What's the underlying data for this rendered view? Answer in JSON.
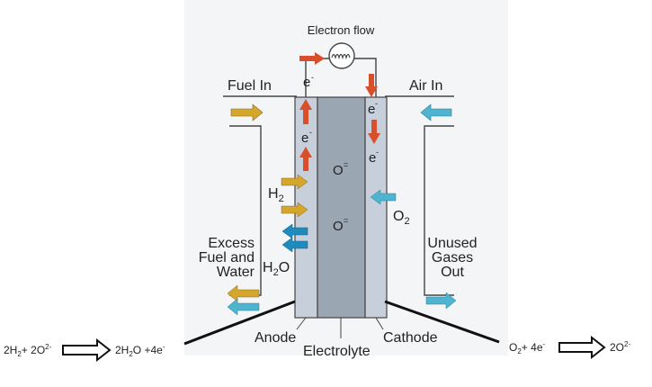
{
  "diagram": {
    "electron_flow": "Electron flow",
    "fuel_in": "Fuel In",
    "air_in": "Air In",
    "excess": [
      "Excess",
      "Fuel and",
      "Water"
    ],
    "unused": [
      "Unused",
      "Gases",
      "Out"
    ],
    "anode": "Anode",
    "electrolyte": "Electrolyte",
    "cathode": "Cathode",
    "electron": "e",
    "electron_charge": "-",
    "oxide": "O",
    "oxide_charge": "=",
    "h2": {
      "base": "H",
      "sub": "2"
    },
    "h2o": {
      "base": "H",
      "sub": "2",
      "tail": "O"
    },
    "o2": {
      "base": "O",
      "sub": "2"
    },
    "anode_equation": {
      "lhs_1": "2H",
      "lhs_1_sub": "2",
      "lhs_2": "+ 2O",
      "lhs_2_sup": "2-",
      "rhs_1": "2H",
      "rhs_1_sub": "2",
      "rhs_2": "O +4e",
      "rhs_2_sup": "-"
    },
    "cathode_equation": {
      "lhs_1": "O",
      "lhs_1_sub": "2",
      "lhs_2": "+ 4e",
      "lhs_2_sup": "-",
      "rhs_1": "2O",
      "rhs_1_sup": "2-"
    },
    "colors": {
      "fuel_arrow": "#d4a72c",
      "air_arrow": "#4fb4cf",
      "electron_arrow": "#d94e2b",
      "water_arrow": "#1f8bbd",
      "anode_fill": "#c7d0da",
      "electrolyte_fill": "#9aa6b2",
      "cathode_fill": "#c7d0da",
      "background_panel": "#f4f5f6"
    }
  }
}
